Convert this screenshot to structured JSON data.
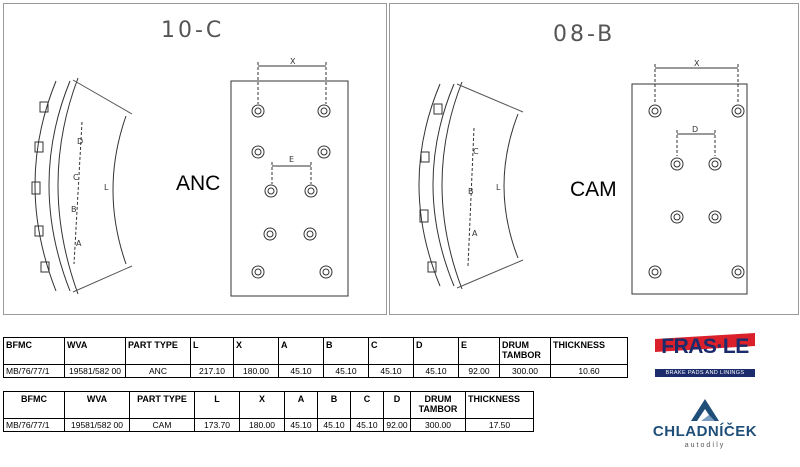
{
  "drawings": [
    {
      "code": "10-C",
      "type": "ANC",
      "labels": {
        "x": "X",
        "e": "E",
        "d": "D",
        "c": "C",
        "b": "B",
        "a": "A",
        "l": "L"
      }
    },
    {
      "code": "08-B",
      "type": "CAM",
      "labels": {
        "x": "X",
        "d": "D",
        "c": "C",
        "b": "B",
        "a": "A",
        "l": "L"
      }
    }
  ],
  "table_anc": {
    "headers": [
      "BFMC",
      "WVA",
      "PART TYPE",
      "L",
      "X",
      "A",
      "B",
      "C",
      "D",
      "E",
      "DRUM TAMBOR",
      "THICKNESS"
    ],
    "row": [
      "MB/76/77/1",
      "19581/582 00",
      "ANC",
      "217.10",
      "180.00",
      "45.10",
      "45.10",
      "45.10",
      "45.10",
      "92.00",
      "300.00",
      "10.60"
    ]
  },
  "table_cam": {
    "headers": [
      "BFMC",
      "WVA",
      "PART TYPE",
      "L",
      "X",
      "A",
      "B",
      "C",
      "D",
      "DRUM TAMBOR",
      "THICKNESS"
    ],
    "row": [
      "MB/76/77/1",
      "19581/582 00",
      "CAM",
      "173.70",
      "180.00",
      "45.10",
      "45.10",
      "45.10",
      "92.00",
      "300.00",
      "17.50"
    ]
  },
  "logos": {
    "frasle_name": "FRAS·LE",
    "frasle_tagline": "BRAKE PADS AND LININGS",
    "frasle_colors": {
      "red": "#d9202b",
      "navy": "#1b2b6b"
    },
    "chladnicek_name": "CHLADNÍČEK",
    "chladnicek_tagline": "autodíly",
    "chladnicek_color": "#1f4e79"
  }
}
